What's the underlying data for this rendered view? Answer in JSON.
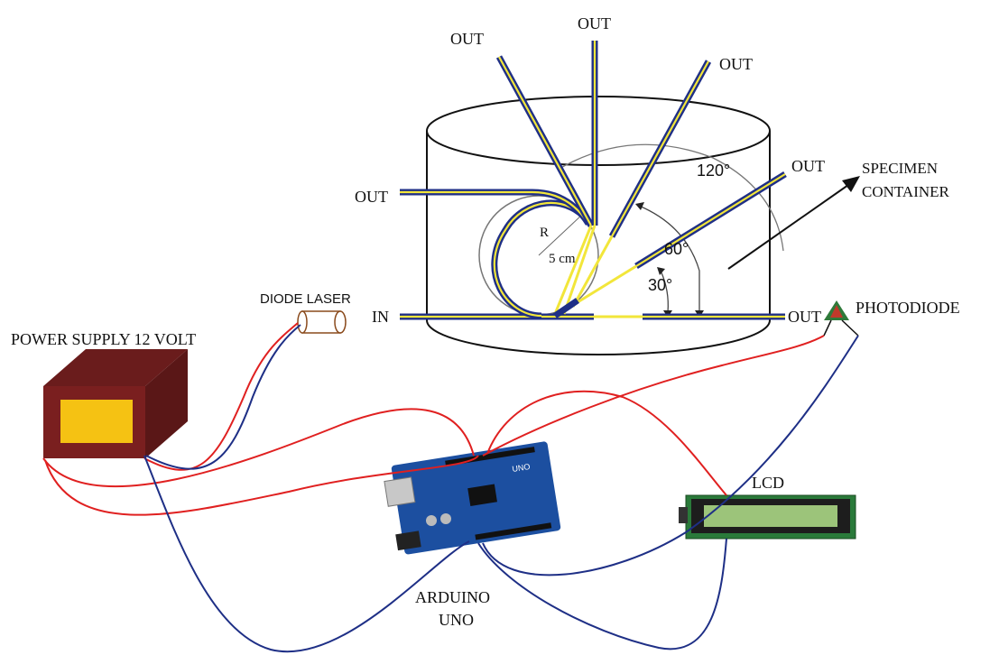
{
  "labels": {
    "out_top_left": "OUT",
    "out_top_center": "OUT",
    "out_top_right": "OUT",
    "out_left": "OUT",
    "out_right_upper": "OUT",
    "out_bottom_right": "OUT",
    "in": "IN",
    "radius_r": "R",
    "radius_value": "5 cm",
    "angle_120": "120°",
    "angle_60": "60°",
    "angle_30": "30°",
    "specimen_line1": "SPECIMEN",
    "specimen_line2": "CONTAINER",
    "photodiode": "PHOTODIODE",
    "diode_laser": "DIODE LASER",
    "power_supply": "POWER SUPPLY 12 VOLT",
    "lcd": "LCD",
    "arduino_line1": "ARDUINO",
    "arduino_line2": "UNO",
    "uno_board_text": "UNO"
  },
  "colors": {
    "fiber_jacket": "#1f2f86",
    "fiber_core": "#f2e63a",
    "wire_red": "#e02020",
    "wire_blue": "#1e2f86",
    "power_supply_body": "#7a1f1f",
    "power_supply_panel": "#f5c213",
    "arduino_board": "#1c4fa0",
    "lcd_screen": "#9cc47a"
  }
}
